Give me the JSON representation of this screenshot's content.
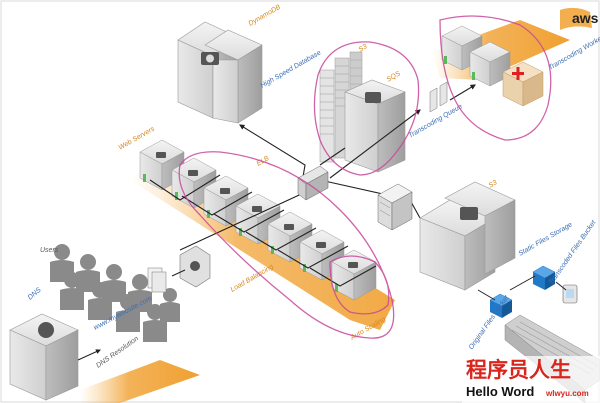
{
  "logo": {
    "text": "aws"
  },
  "labels": {
    "dynamodb": "DynamoDB",
    "high_speed_database": "High Speed Database",
    "s3_top": "S3",
    "sqs": "SQS",
    "transcoding_queue": "Transcoding Queue",
    "transcoding_workers": "Transcoding Workers",
    "web_servers": "Web Servers",
    "elb": "ELB",
    "s3_storage": "S3",
    "static_files_storage": "Static Files Storage",
    "transcoded_files_bucket": "Transcoded Files Bucket",
    "original_files_bucket": "Original Files Bucket",
    "auto_scaling": "Auto Scaling",
    "load_balancing": "Load Balancing",
    "dns": "DNS",
    "dns_resolution": "DNS Resolution",
    "website_url": "www.mywebsite.com",
    "users": "Users"
  },
  "watermark": {
    "title": "程序员人生",
    "subtitle": "Hello Word",
    "domain": "wlwyu.com"
  },
  "colors": {
    "accent_orange": "#f0a030",
    "annotation_pink": "#c8489a",
    "label_blue": "#3b6fb5",
    "server_green": "#5cb85c",
    "bucket_blue": "#1f78c8",
    "watermark_red": "#d9251c"
  }
}
